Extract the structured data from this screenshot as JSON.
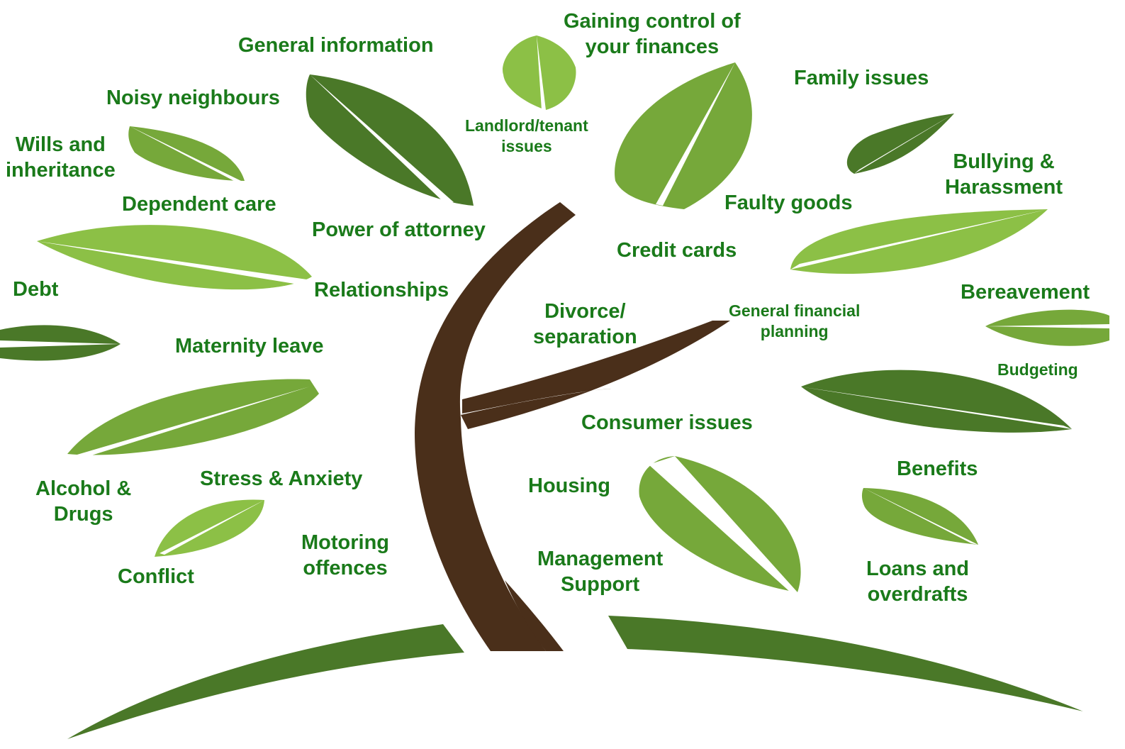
{
  "colors": {
    "text": "#1a7a1a",
    "trunk": "#4a2f1a",
    "leaf_light": "#8cc046",
    "leaf_mid": "#76a83a",
    "leaf_dark": "#4a7828",
    "ground": "#4a7828"
  },
  "topics": {
    "general_information": "General information",
    "gaining_control": "Gaining control of\nyour finances",
    "family_issues": "Family issues",
    "noisy_neighbours": "Noisy neighbours",
    "landlord_tenant": "Landlord/tenant\nissues",
    "wills": "Wills and\ninheritance",
    "bullying": "Bullying &\nHarassment",
    "dependent_care": "Dependent care",
    "faulty_goods": "Faulty goods",
    "power_of_attorney": "Power of attorney",
    "credit_cards": "Credit cards",
    "debt": "Debt",
    "relationships": "Relationships",
    "bereavement": "Bereavement",
    "divorce": "Divorce/\nseparation",
    "general_financial_planning": "General financial\nplanning",
    "maternity_leave": "Maternity leave",
    "budgeting": "Budgeting",
    "consumer_issues": "Consumer issues",
    "benefits": "Benefits",
    "stress": "Stress & Anxiety",
    "alcohol": "Alcohol &\nDrugs",
    "housing": "Housing",
    "motoring": "Motoring\noffences",
    "management_support": "Management\nSupport",
    "loans": "Loans and\noverdrafts",
    "conflict": "Conflict"
  }
}
